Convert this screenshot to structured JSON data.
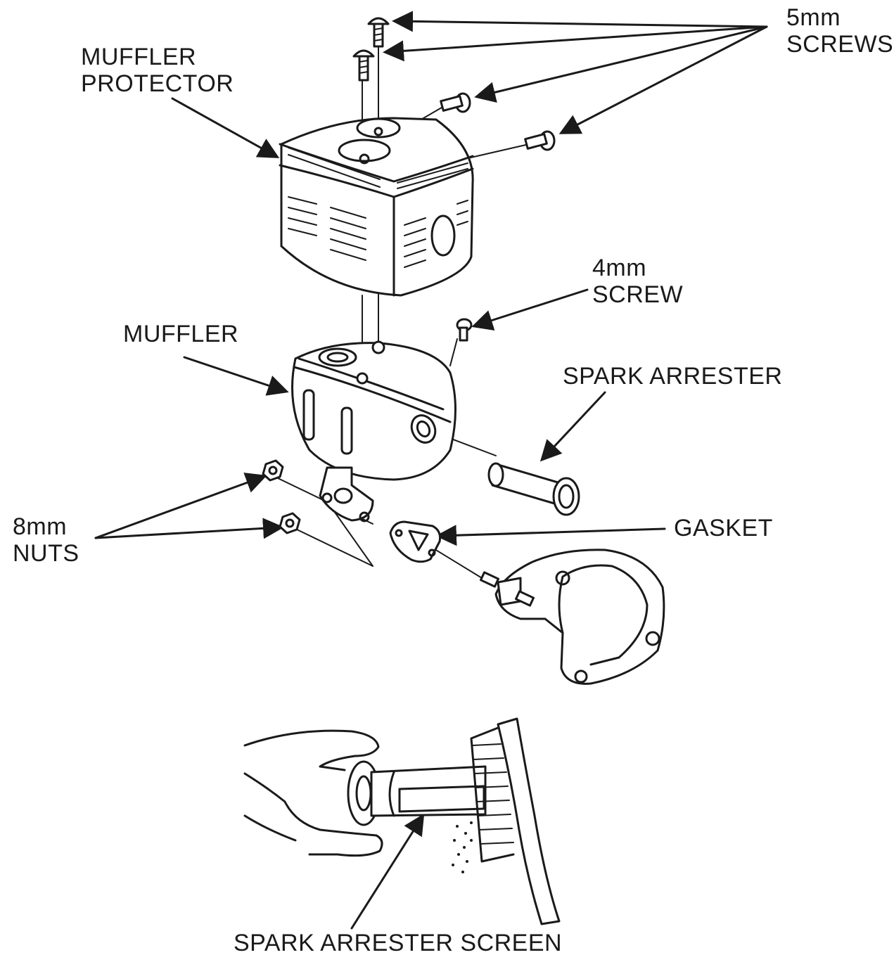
{
  "labels": {
    "screws_5mm": [
      "5mm",
      "SCREWS"
    ],
    "muffler_protector": [
      "MUFFLER",
      "PROTECTOR"
    ],
    "screw_4mm": [
      "4mm",
      "SCREW"
    ],
    "muffler": "MUFFLER",
    "spark_arrester": "SPARK ARRESTER",
    "nuts_8mm": [
      "8mm",
      "NUTS"
    ],
    "gasket": "GASKET",
    "spark_arrester_screen": "SPARK ARRESTER SCREEN"
  },
  "colors": {
    "ink": "#1a1a1a",
    "background": "#ffffff"
  }
}
